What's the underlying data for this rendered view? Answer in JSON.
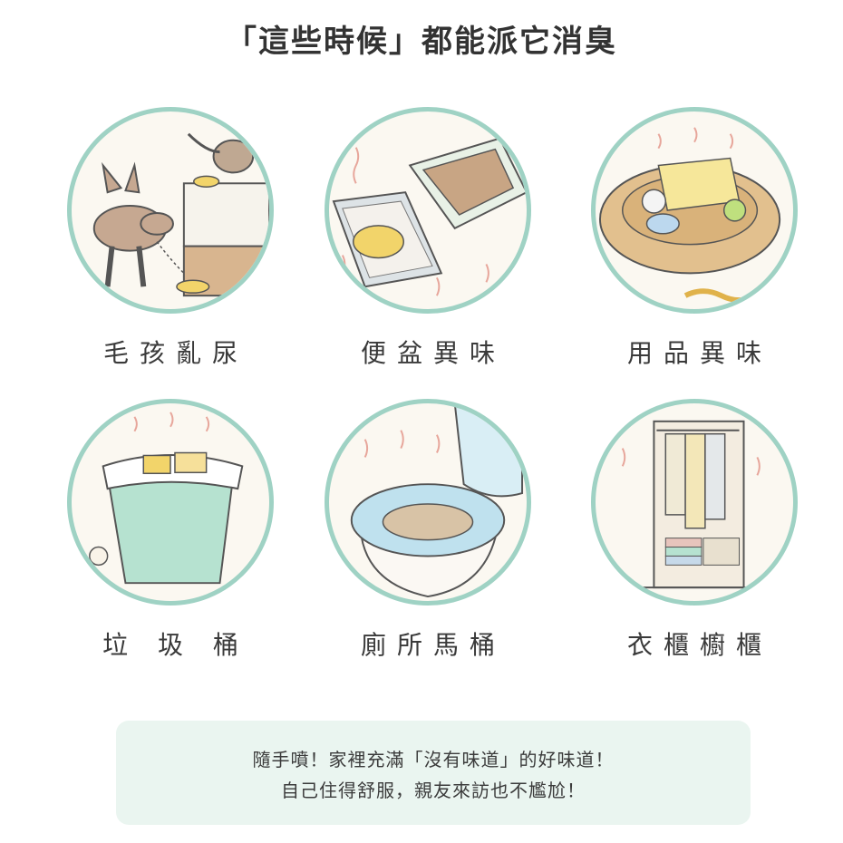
{
  "header": {
    "title": "「這些時候」都能派它消臭"
  },
  "items": [
    {
      "label": "毛孩亂尿",
      "icon": "dog-peeing-icon"
    },
    {
      "label": "便盆異味",
      "icon": "litter-box-icon"
    },
    {
      "label": "用品異味",
      "icon": "pet-bed-icon"
    },
    {
      "label": "垃 圾 桶",
      "icon": "trash-can-icon"
    },
    {
      "label": "廁所馬桶",
      "icon": "toilet-icon"
    },
    {
      "label": "衣櫃櫥櫃",
      "icon": "wardrobe-icon"
    }
  ],
  "note": {
    "line1": "隨手噴！家裡充滿「沒有味道」的好味道！",
    "line2": "自己住得舒服，親友來訪也不尷尬！"
  },
  "colors": {
    "circle_border": "#9fd2c4",
    "note_bg": "#eaf5f0",
    "title_text": "#333333"
  }
}
